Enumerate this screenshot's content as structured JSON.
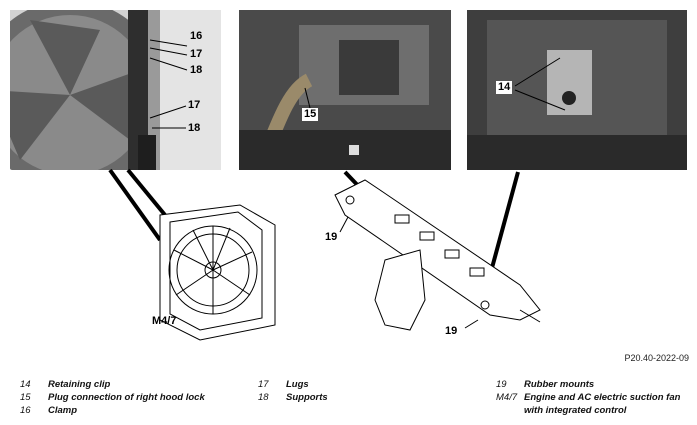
{
  "figure_code": "P20.40-2022-09",
  "photo_left": {
    "callouts": [
      "16",
      "17",
      "18",
      "17",
      "18"
    ]
  },
  "photo_middle": {
    "callouts": [
      "15"
    ]
  },
  "photo_right": {
    "callouts": [
      "14"
    ]
  },
  "drawing_labels": {
    "fan": "M4/7",
    "mount_left": "19",
    "mount_right": "19"
  },
  "legend": [
    [
      {
        "num": "14",
        "text": "Retaining clip"
      },
      {
        "num": "15",
        "text": "Plug connection of right hood lock"
      },
      {
        "num": "16",
        "text": "Clamp"
      }
    ],
    [
      {
        "num": "17",
        "text": "Lugs"
      },
      {
        "num": "18",
        "text": "Supports"
      }
    ],
    [
      {
        "num": "19",
        "text": "Rubber mounts"
      },
      {
        "num": "M4/7",
        "text": "Engine and AC electric suction fan with integrated control"
      }
    ]
  ],
  "colors": {
    "photo_bg": "#3a3a3a",
    "line": "#000000"
  }
}
